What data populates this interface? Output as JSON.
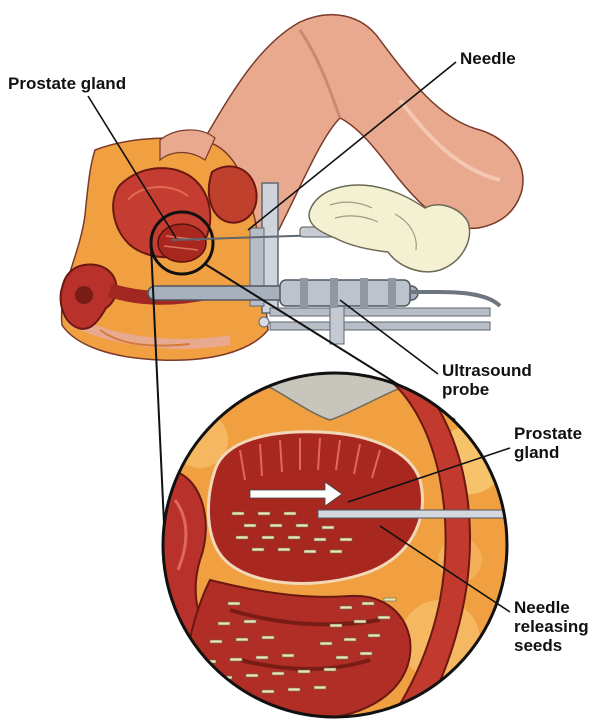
{
  "labels": {
    "prostate_gland_top": "Prostate gland",
    "needle": "Needle",
    "ultrasound_line1": "Ultrasound",
    "ultrasound_line2": "probe",
    "prostate_inset_line1": "Prostate",
    "prostate_inset_line2": "gland",
    "seeds_line1": "Needle",
    "seeds_line2": "releasing",
    "seeds_line3": "seeds"
  },
  "colors": {
    "skin": "#e8a98f",
    "tissue_red": "#b8312b",
    "fat_orange": "#f0a040",
    "probe_grey": "#a8b0bc",
    "glove": "#f3f1d2",
    "seed": "#e9e6b4",
    "leader": "#111111"
  }
}
